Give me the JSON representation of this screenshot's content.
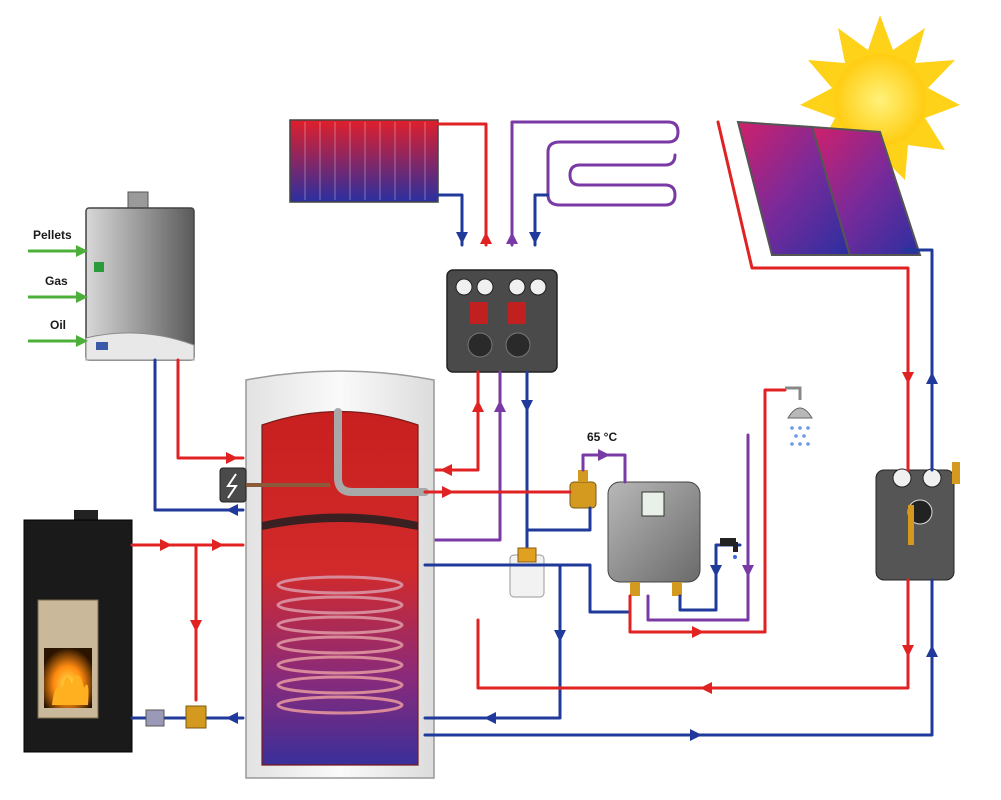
{
  "labels": {
    "pellets": "Pellets",
    "gas": "Gas",
    "oil": "Oil",
    "temperature": "65 °C"
  },
  "colors": {
    "hot": "#e02222",
    "cold": "#1f3a9a",
    "mixed": "#7a3aa6",
    "fuel_arrow": "#4caf3a",
    "sun": "#ffd21a",
    "tank_hot": "#c8201f",
    "tank_cold": "#3a2f9a"
  }
}
